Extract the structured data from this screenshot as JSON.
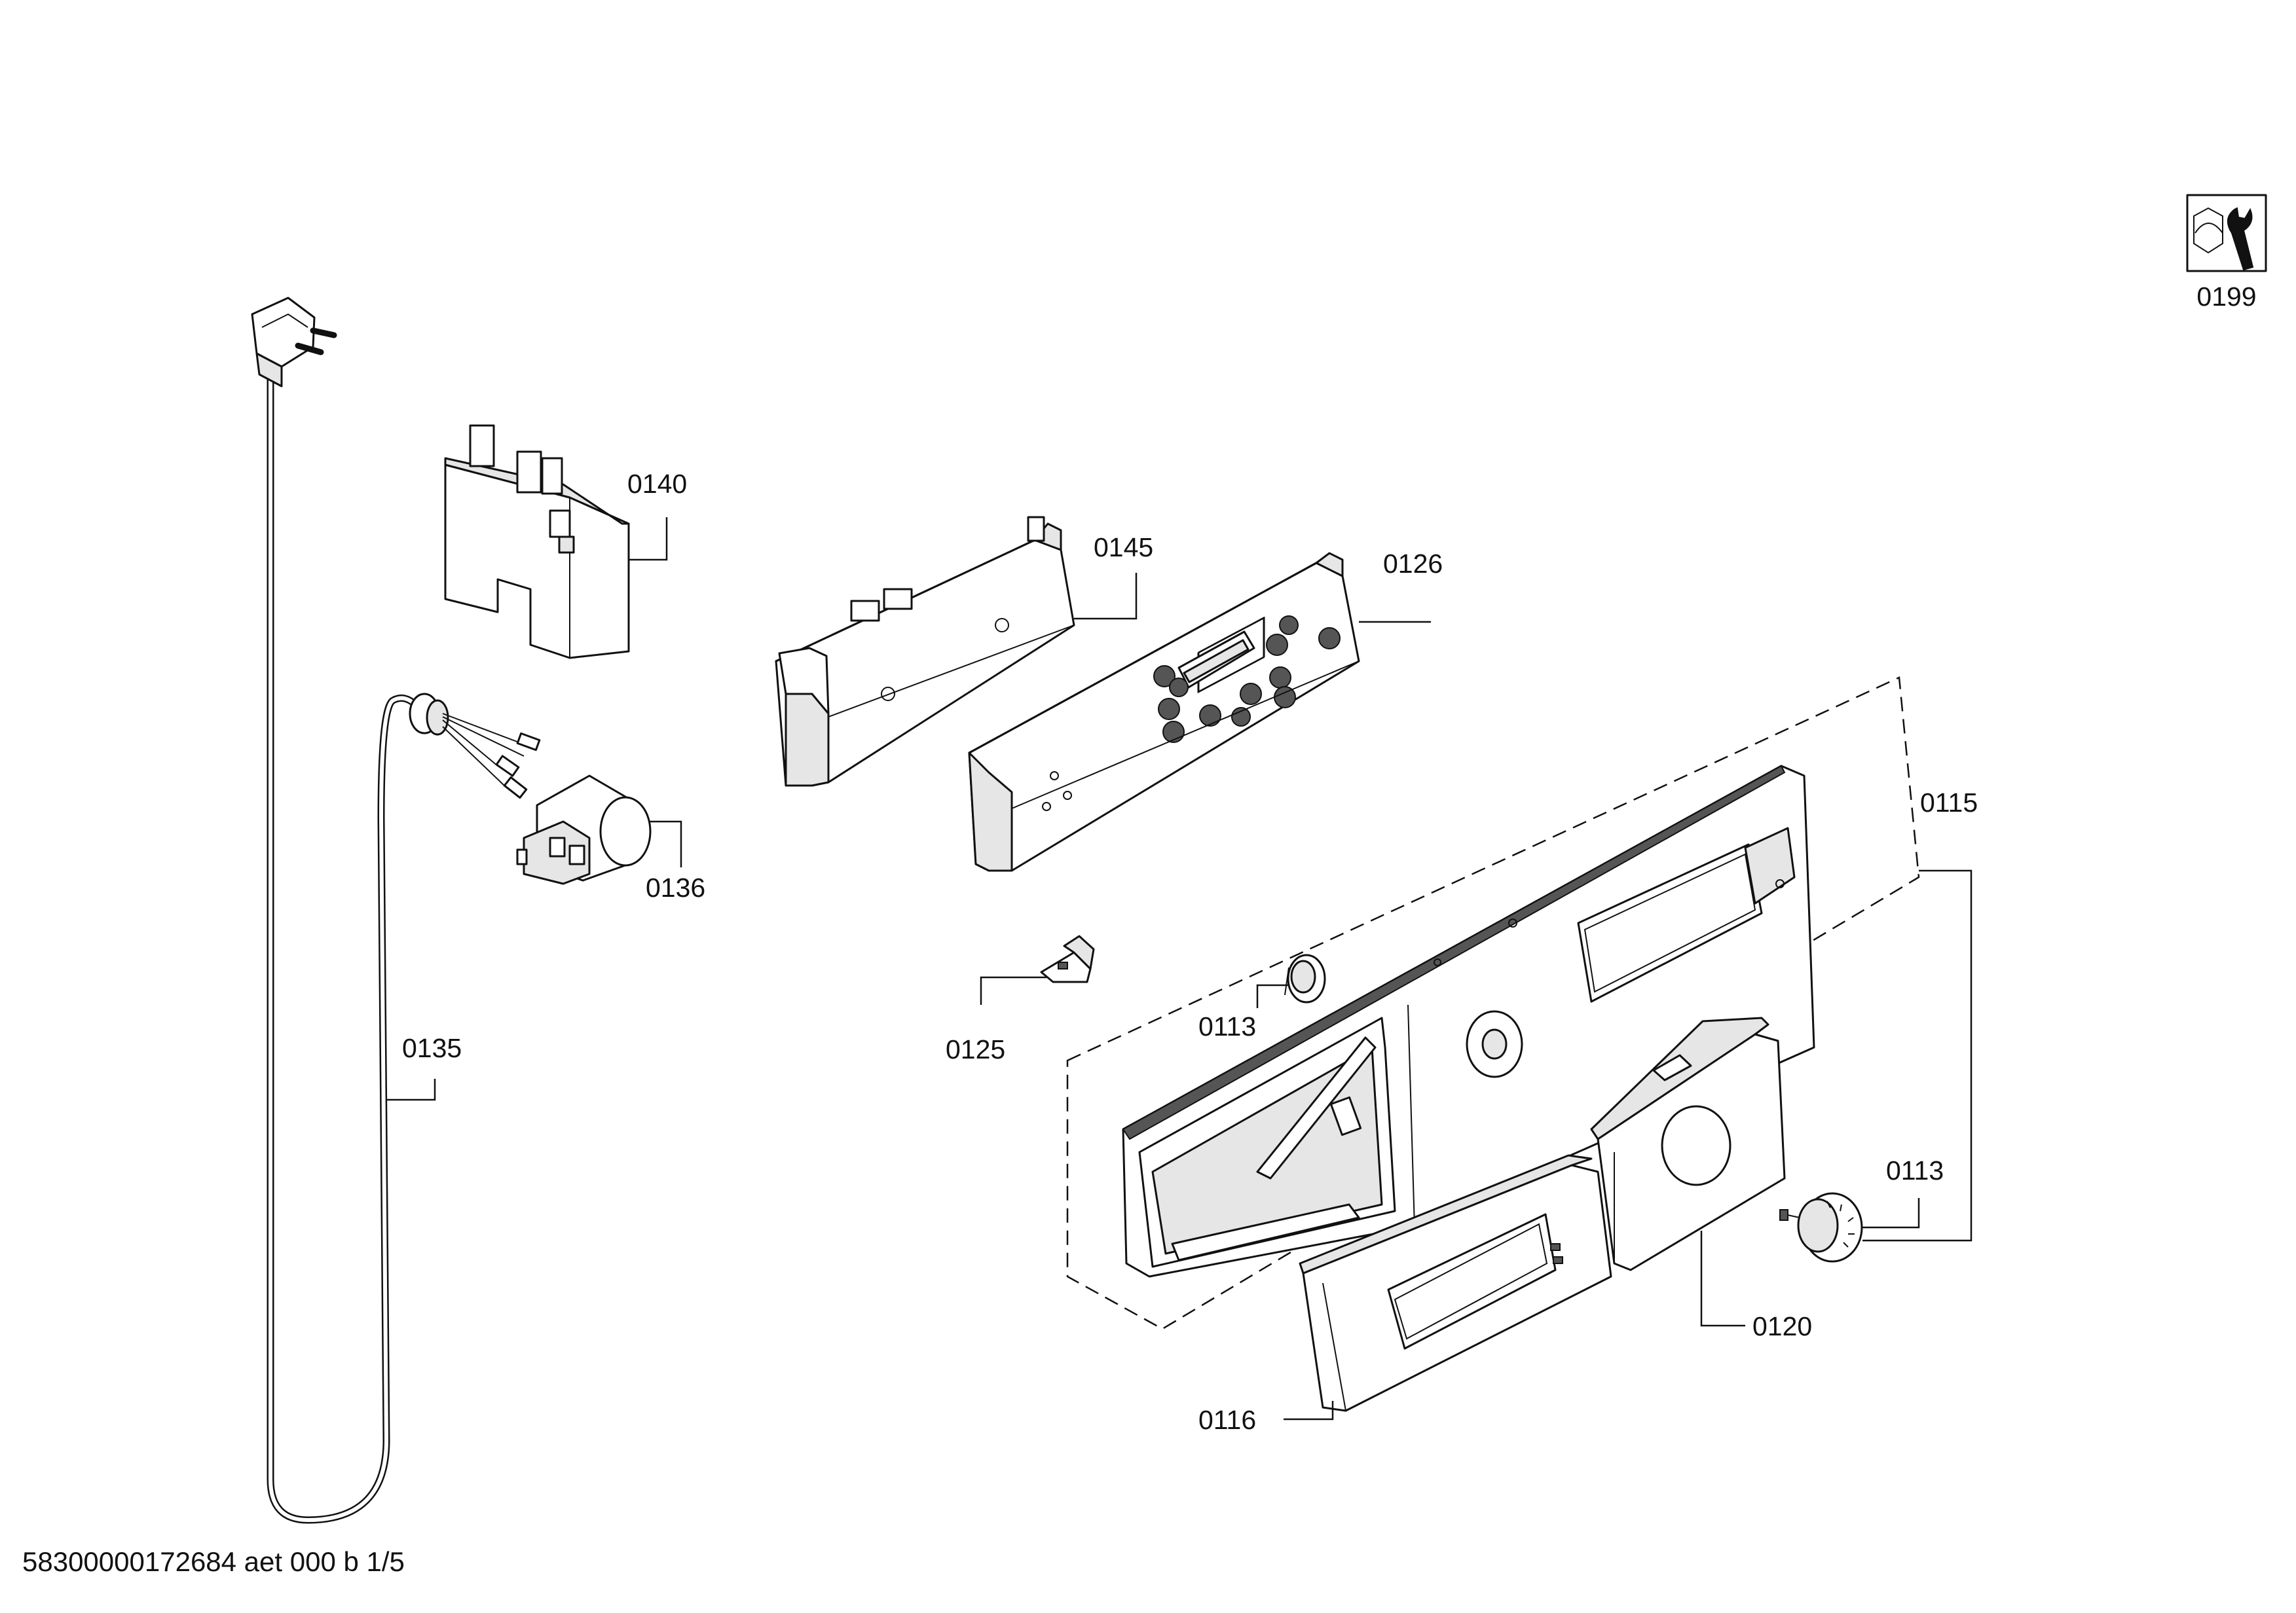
{
  "diagram": {
    "part_labels": {
      "p0199": "0199",
      "p0140": "0140",
      "p0145": "0145",
      "p0126": "0126",
      "p0115": "0115",
      "p0136": "0136",
      "p0135": "0135",
      "p0125": "0125",
      "p0113a": "0113",
      "p0113b": "0113",
      "p0120": "0120",
      "p0116": "0116"
    },
    "footer_code": "58300000172684 aet 000 b 1/5",
    "icon": "wrench-nut-icon"
  }
}
